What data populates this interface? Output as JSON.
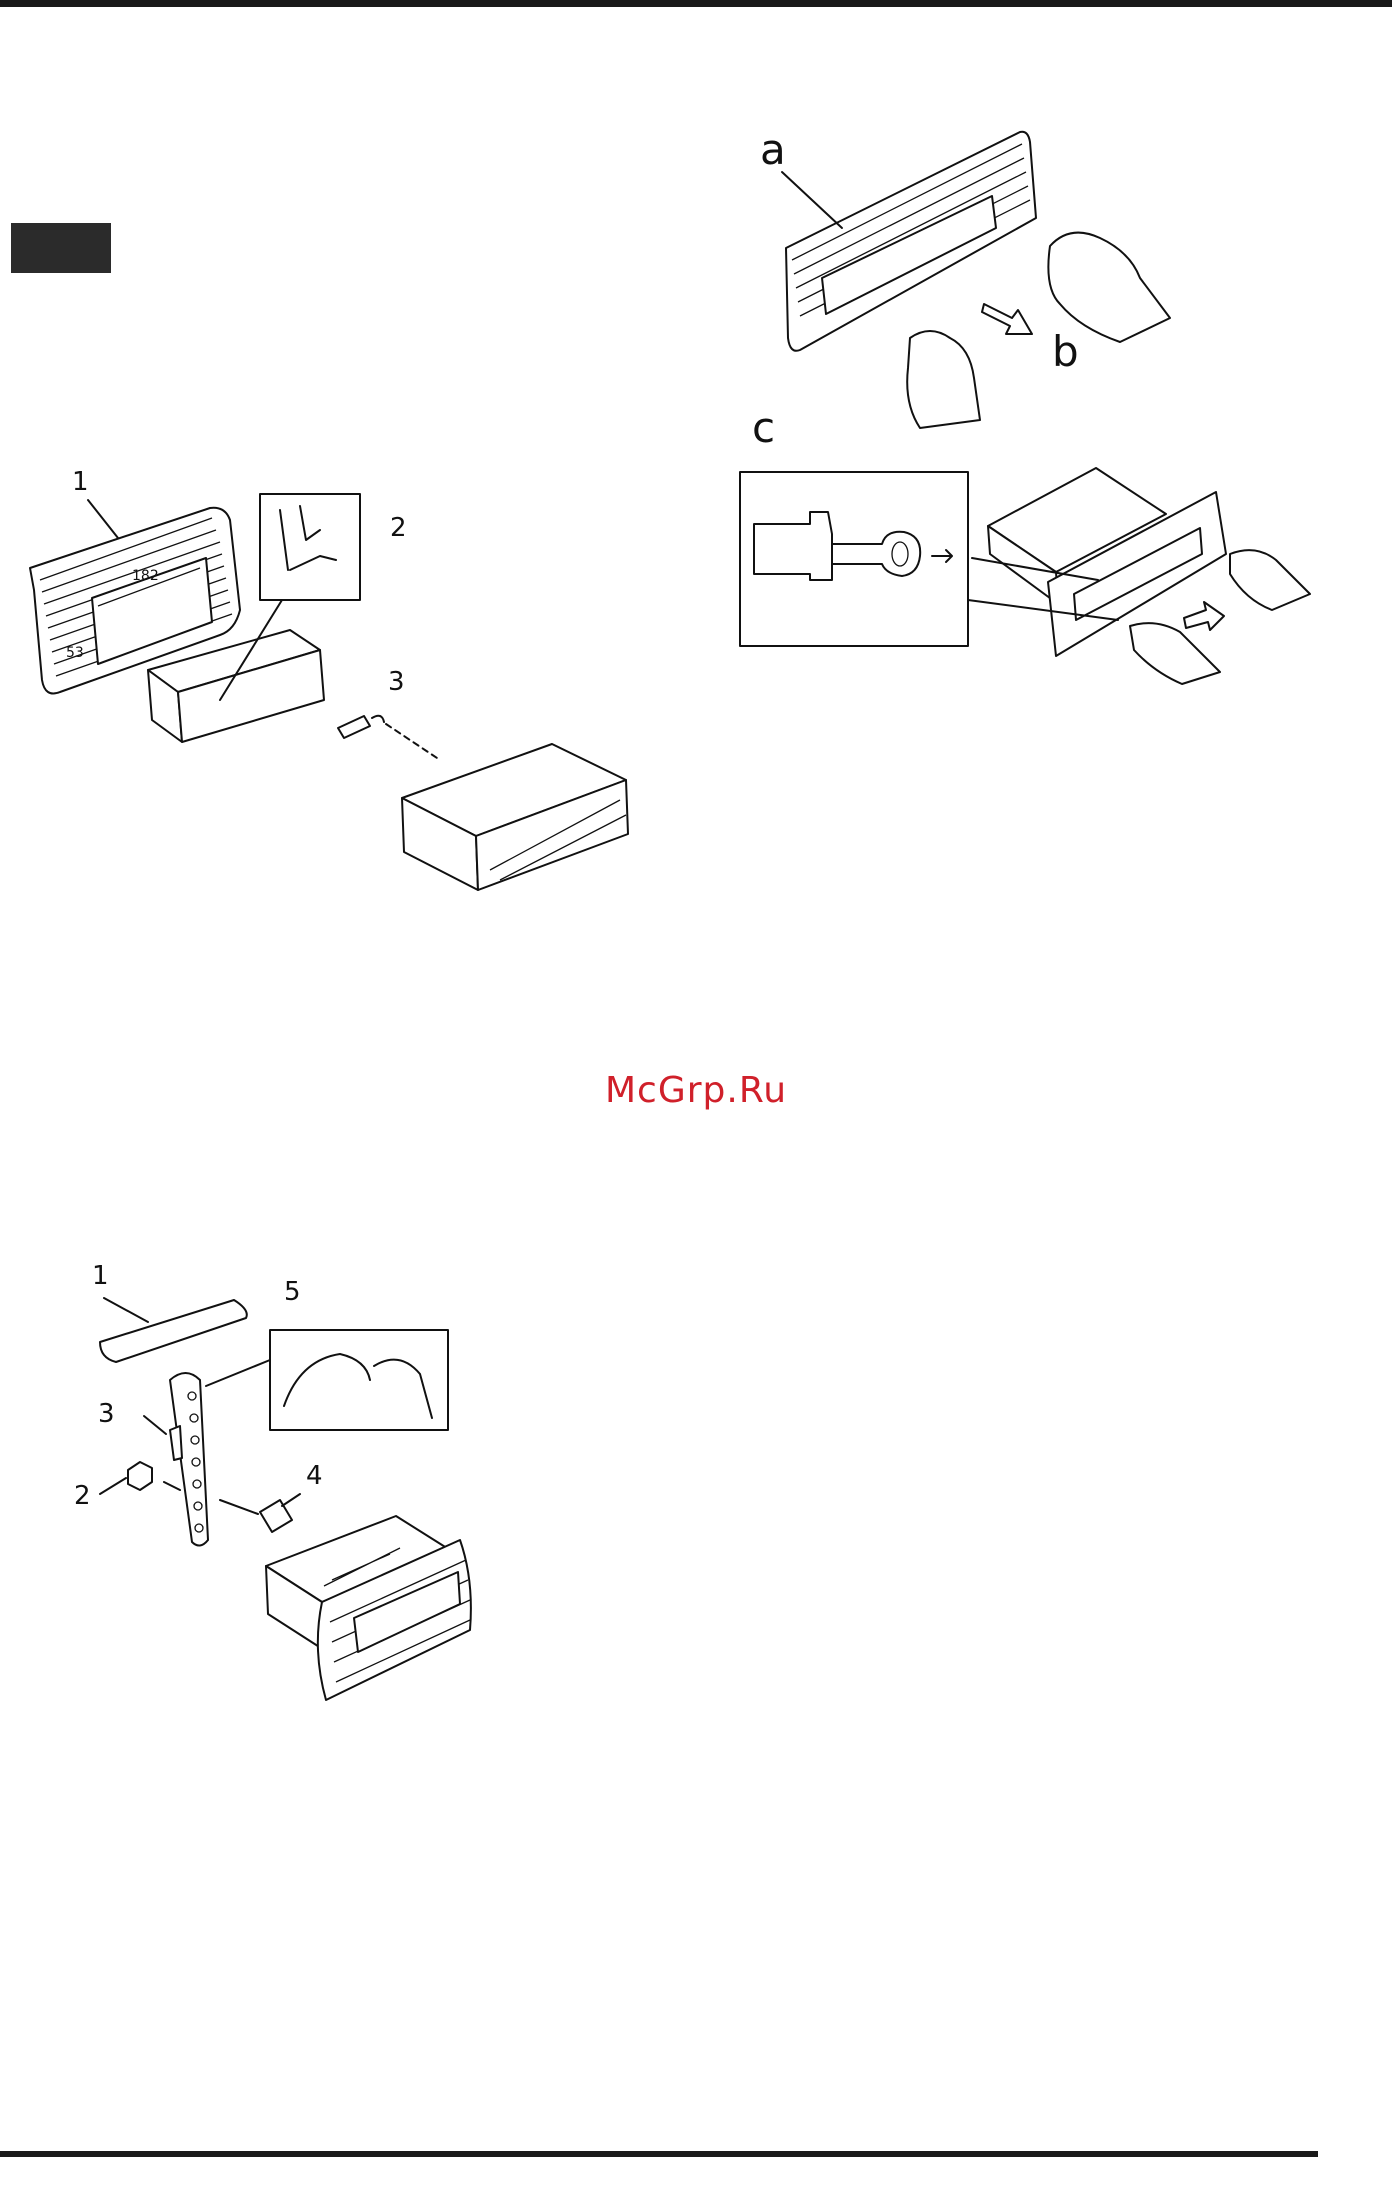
{
  "watermark": "McGrp.Ru",
  "figures": {
    "mounting": {
      "labels": [
        "1",
        "2",
        "3"
      ],
      "dimensions": [
        "182",
        "53"
      ]
    },
    "removal": {
      "labels": [
        "a",
        "b",
        "c"
      ]
    },
    "rear_mount": {
      "labels": [
        "1",
        "5",
        "3",
        "2",
        "4"
      ]
    }
  }
}
